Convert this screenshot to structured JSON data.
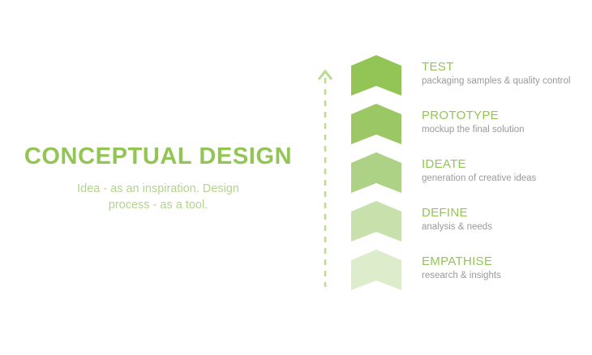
{
  "palette": {
    "brand_green": "#93c456",
    "subtitle_green": "#b2d48c",
    "desc_gray": "#9a9a9a",
    "background": "#ffffff",
    "axis_green": "#bcdc96"
  },
  "headline": {
    "title": "CONCEPTUAL DESIGN",
    "subtitle": "Idea - as an inspiration. Design process - as a tool."
  },
  "axis": {
    "icon": "up-arrow-dashed-line",
    "direction": "upward"
  },
  "steps": [
    {
      "title": "TEST",
      "desc": "packaging samples & quality control",
      "color": "#93c456",
      "icon": "chevron-up-shape"
    },
    {
      "title": "PROTOTYPE",
      "desc": "mockup the final solution",
      "color": "#9bc864",
      "icon": "chevron-up-shape"
    },
    {
      "title": "IDEATE",
      "desc": "generation of creative ideas",
      "color": "#aed285",
      "icon": "chevron-up-shape"
    },
    {
      "title": "DEFINE",
      "desc": "analysis & needs",
      "color": "#c7e0ac",
      "icon": "chevron-up-shape"
    },
    {
      "title": "EMPATHISE",
      "desc": "research & insights",
      "color": "#ddeccb",
      "icon": "chevron-up-shape"
    }
  ]
}
